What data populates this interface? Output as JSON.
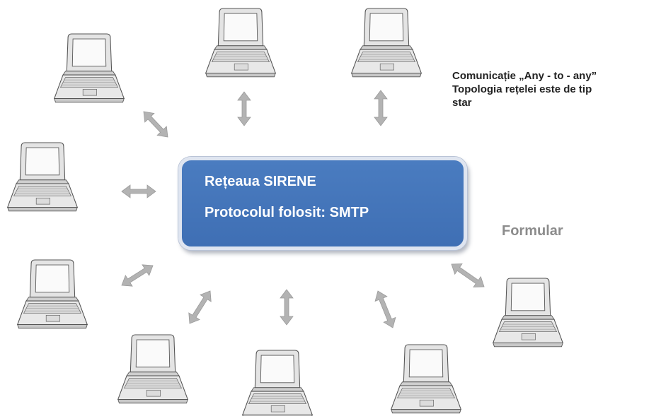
{
  "hub": {
    "title": "Rețeaua SIRENE",
    "protocol": "Protocolul folosit: SMTP"
  },
  "note": {
    "line1": "Comunicație „Any - to - any”",
    "line2": "Topologia rețelei este de tip",
    "line3": "star"
  },
  "form_label": "Formular",
  "nodes": [
    {
      "name": "laptop-top-left-icon"
    },
    {
      "name": "laptop-top-center-icon"
    },
    {
      "name": "laptop-top-right-icon"
    },
    {
      "name": "laptop-mid-left-icon"
    },
    {
      "name": "laptop-lower-left-icon"
    },
    {
      "name": "laptop-bottom-left-icon"
    },
    {
      "name": "laptop-bottom-center-icon"
    },
    {
      "name": "laptop-bottom-right-icon"
    },
    {
      "name": "laptop-right-icon"
    }
  ],
  "colors": {
    "hub": "#4a7cc0",
    "arrow": "#b3b3b3",
    "laptop_body": "#e6e6e6",
    "laptop_outline": "#555555",
    "note_text": "#222222",
    "form_label": "#8c8c8c"
  }
}
